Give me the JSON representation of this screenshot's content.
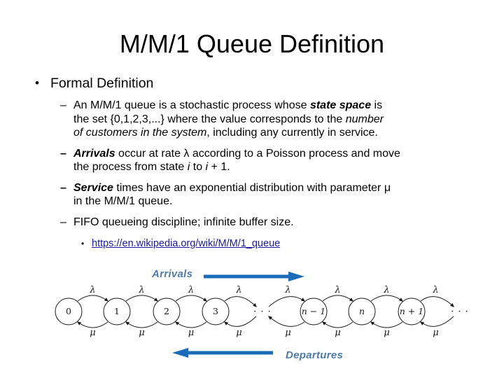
{
  "slide": {
    "title": "M/M/1 Queue Definition"
  },
  "body": {
    "bullet_char": "•",
    "heading": "Formal Definition",
    "dash_char": "–",
    "items": [
      {
        "bold_dash": false,
        "segments": [
          {
            "t": "An M/M/1 queue is a stochastic process whose ",
            "s": ""
          },
          {
            "t": "state space",
            "s": "bi"
          },
          {
            "t": " is\nthe set {0,1,2,3,...} where the value corresponds to the ",
            "s": ""
          },
          {
            "t": "number\nof customers in the system",
            "s": "i"
          },
          {
            "t": ", including any currently in service.",
            "s": ""
          }
        ]
      },
      {
        "bold_dash": true,
        "segments": [
          {
            "t": "Arrivals",
            "s": "bi"
          },
          {
            "t": " occur at rate λ according to a Poisson process and move\nthe process from state ",
            "s": ""
          },
          {
            "t": "i",
            "s": "i"
          },
          {
            "t": " to ",
            "s": ""
          },
          {
            "t": "i",
            "s": "i"
          },
          {
            "t": " + 1.",
            "s": ""
          }
        ]
      },
      {
        "bold_dash": true,
        "segments": [
          {
            "t": "Service",
            "s": "bi"
          },
          {
            "t": " times have an exponential distribution with parameter μ\nin the M/M/1 queue.",
            "s": ""
          }
        ]
      },
      {
        "bold_dash": false,
        "segments": [
          {
            "t": "FIFO queueing discipline; infinite buffer size.",
            "s": ""
          }
        ]
      }
    ],
    "link_bullet_char": "•",
    "link_label": "https://en.wikipedia.org/wiki/M/M/1_queue",
    "link_color": "#1B1B9E"
  },
  "diagram": {
    "arrivals_label": "Arrivals",
    "departures_label": "Departures",
    "arrow_color": "#1B6CB8",
    "label_color": "#4E7BA7",
    "lambda_symbol": "λ",
    "mu_symbol": "μ",
    "nodes": [
      {
        "label": "0"
      },
      {
        "label": "1"
      },
      {
        "label": "2"
      },
      {
        "label": "3"
      },
      {
        "label": "· · ·",
        "dots": true
      },
      {
        "label": "n − 1",
        "italic": true
      },
      {
        "label": "n",
        "italic": true
      },
      {
        "label": "n + 1",
        "italic": true
      },
      {
        "label": "· · ·",
        "dots": true
      }
    ]
  }
}
